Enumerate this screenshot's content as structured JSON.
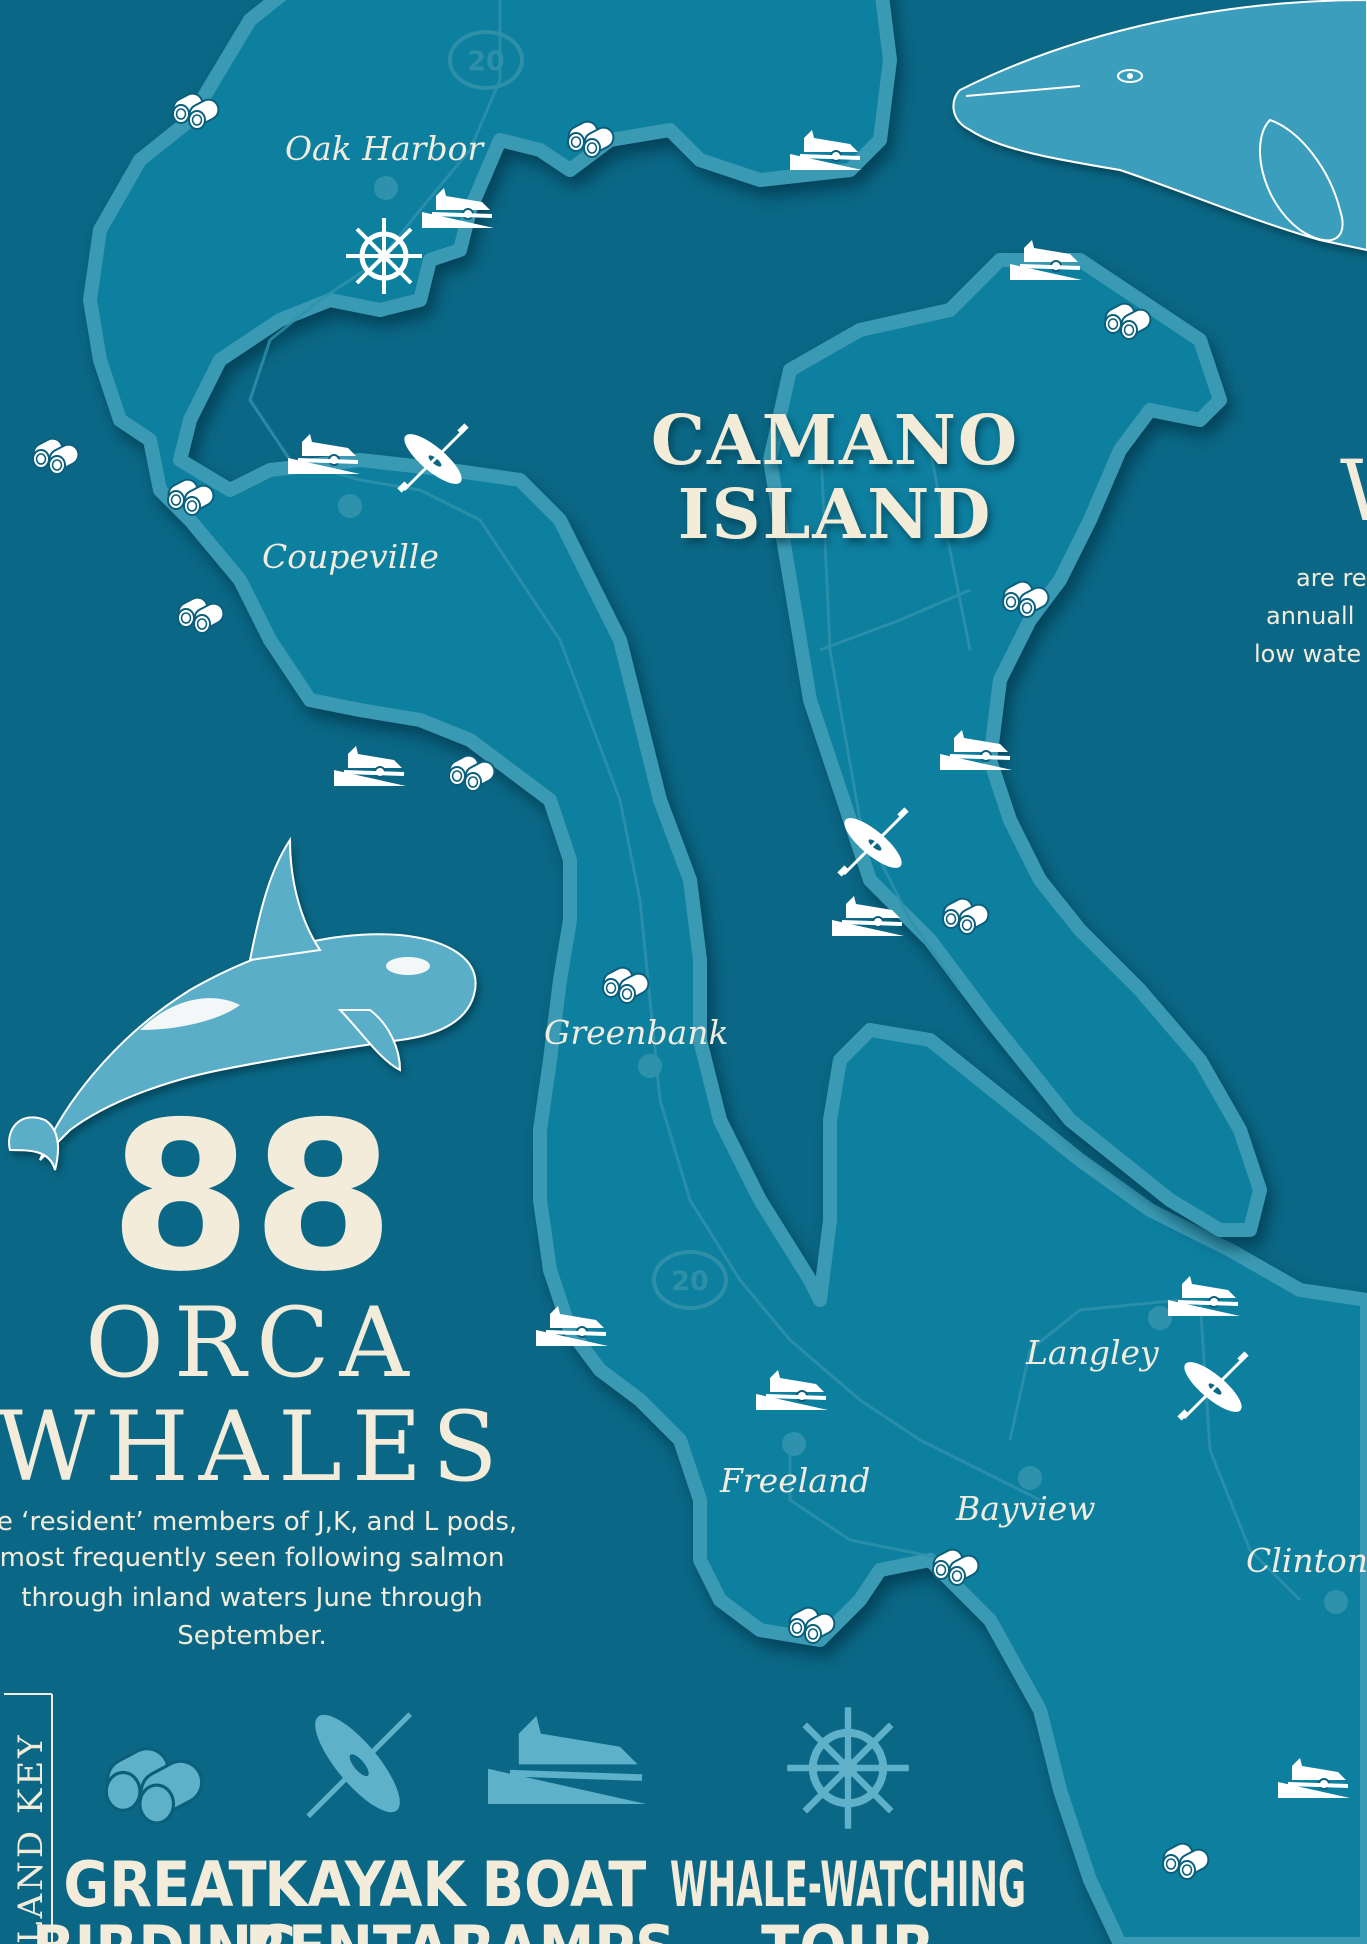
{
  "islands": {
    "camano_title_line1": "CAMANO",
    "camano_title_line2": "ISLAND"
  },
  "towns": {
    "oak_harbor": "Oak Harbor",
    "coupeville": "Coupeville",
    "greenbank": "Greenbank",
    "freeland": "Freeland",
    "bayview": "Bayview",
    "langley": "Langley",
    "clinton": "Clinton"
  },
  "highways": {
    "north": "20",
    "south": "20"
  },
  "orca_panel": {
    "count": "88",
    "title_line1": "ORCA",
    "title_line2": "WHALES",
    "desc_line1": "re ‘resident’ members of J,K, and L pods,",
    "desc_line2": "most frequently seen following salmon",
    "desc_line3": "through inland waters June through",
    "desc_line4": "September."
  },
  "gray_whale_panel": {
    "title_fragment": "W",
    "desc_line1": "are re",
    "desc_line2": "annuall",
    "desc_line3": "low wate"
  },
  "key": {
    "title": "LAND KEY",
    "items": [
      {
        "icon": "binoculars-icon",
        "line1": "GREAT",
        "line2": "BIRDING"
      },
      {
        "icon": "kayak-icon",
        "line1": "KAYAK",
        "line2": "RENTAL"
      },
      {
        "icon": "boat-ramp-icon",
        "line1": "BOAT",
        "line2": "RAMPS"
      },
      {
        "icon": "ship-wheel-icon",
        "line1": "WHALE-WATCHING",
        "line2": "TOUR"
      }
    ]
  },
  "colors": {
    "water": "#0a6886",
    "land": "#0d7f9f",
    "shore_outline": "#3a9ab3",
    "text_cream": "#f4ecdb",
    "key_icon": "#5fb1c9"
  }
}
